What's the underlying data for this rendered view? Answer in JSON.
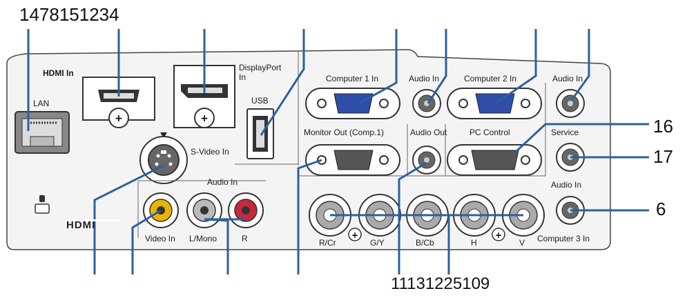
{
  "callouts": {
    "top_left": "1478151234",
    "right_16": "16",
    "right_17": "17",
    "right_6": "6",
    "bottom": "11131225109"
  },
  "labels": {
    "lan": "LAN",
    "hdmi_in": "HDMI In",
    "displayport_in_1": "DisplayPort",
    "displayport_in_2": "In",
    "usb": "USB",
    "computer1_in": "Computer 1 In",
    "audio_in_1": "Audio In",
    "computer2_in": "Computer 2 In",
    "audio_in_2": "Audio In",
    "monitor_out": "Monitor Out (Comp.1)",
    "audio_out": "Audio Out",
    "pc_control": "PC Control",
    "service": "Service",
    "s_video_in": "S-Video In",
    "audio_in_rca": "Audio In",
    "audio_in_3": "Audio In",
    "video_in": "Video In",
    "l_mono": "L/Mono",
    "r": "R",
    "r_cr": "R/Cr",
    "g_y": "G/Y",
    "b_cb": "B/Cb",
    "h": "H",
    "v": "V",
    "computer3_in": "Computer 3 In"
  },
  "logo_text": "HDMI",
  "colors": {
    "line": "#2e5f9e",
    "panel_stroke": "#444444",
    "video_yellow": "#e8b400",
    "audio_red": "#c8283c",
    "port_blue": "#2f4ea8"
  }
}
